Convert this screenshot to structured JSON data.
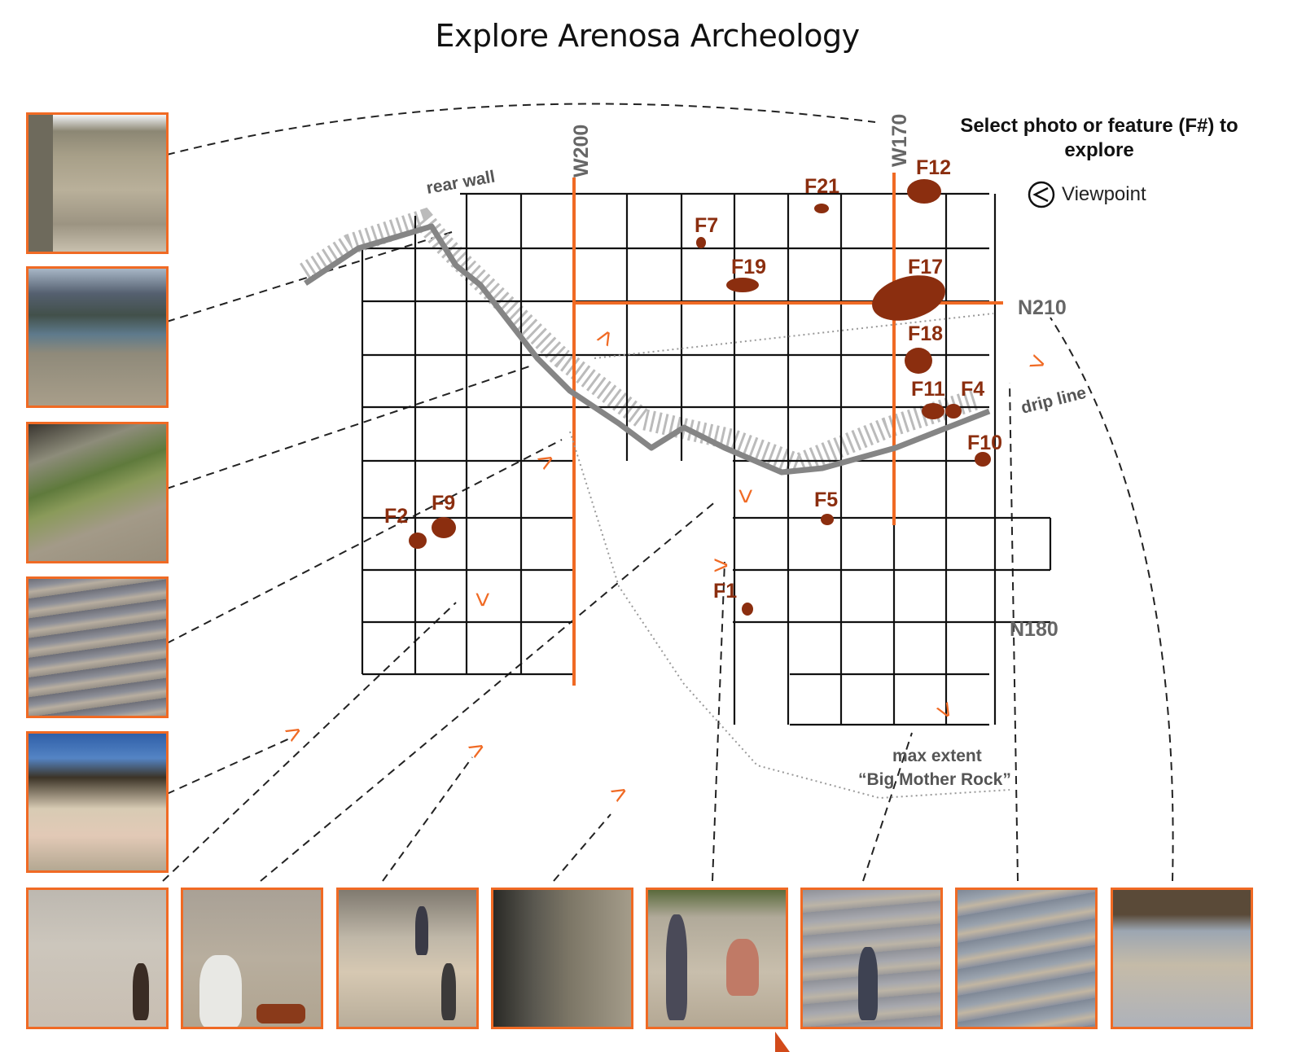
{
  "title": "Explore Arenosa Archeology",
  "instructions": "Select photo or feature (F#) to explore",
  "viewpoint_label": "Viewpoint",
  "grid_labels": {
    "w200": "W200",
    "w170": "W170",
    "n210": "N210",
    "n180": "N180"
  },
  "annotations": {
    "rear_wall": "rear wall",
    "drip_line": "drip line",
    "max_extent": "max extent",
    "big_mother_rock": "“Big Mother Rock”"
  },
  "features": [
    "F12",
    "F21",
    "F7",
    "F19",
    "F17",
    "F18",
    "F11",
    "F4",
    "F10",
    "F9",
    "F2",
    "F5",
    "F1"
  ],
  "viewpoint_marker": ">",
  "colors": {
    "accent": "#f06a24",
    "feature": "#8b2e0f",
    "grid": "#111111",
    "wall": "#8a8a8a"
  },
  "photos": {
    "left": [
      "photo-left-1",
      "photo-left-2",
      "photo-left-3",
      "photo-left-4",
      "photo-left-5"
    ],
    "bottom": [
      "photo-bottom-1",
      "photo-bottom-2",
      "photo-bottom-3",
      "photo-bottom-4",
      "photo-bottom-5",
      "photo-bottom-6",
      "photo-bottom-7",
      "photo-bottom-8"
    ]
  }
}
